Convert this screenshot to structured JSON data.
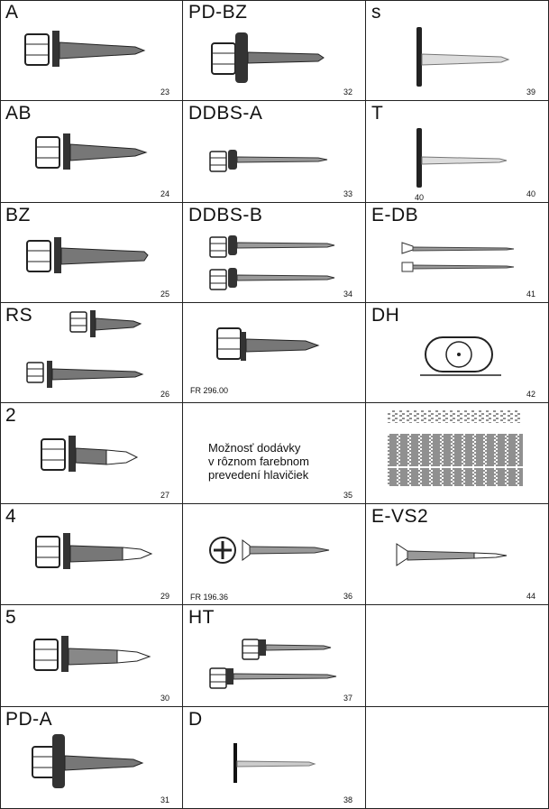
{
  "cells": {
    "A": {
      "label": "A",
      "num": "23",
      "icon": "hex-washer-wood-screw"
    },
    "AB": {
      "label": "AB",
      "num": "24",
      "icon": "hex-washer-wood-screw"
    },
    "BZ": {
      "label": "BZ",
      "num": "25",
      "icon": "hex-washer-blunt-screw"
    },
    "RS": {
      "label": "RS",
      "num": "26",
      "icon": "two-self-drilling-screws"
    },
    "two": {
      "label": "2",
      "num": "27",
      "icon": "hex-washer-drill-screw"
    },
    "four": {
      "label": "4",
      "num": "29",
      "icon": "hex-washer-drill-screw"
    },
    "five": {
      "label": "5",
      "num": "30",
      "icon": "hex-washer-drill-screw"
    },
    "PDA": {
      "label": "PD-A",
      "num": "31",
      "icon": "hex-large-washer-screw"
    },
    "PDBZ": {
      "label": "PD-BZ",
      "num": "32",
      "icon": "hex-large-washer-screw"
    },
    "DDBSA": {
      "label": "DDBS-A",
      "num": "33",
      "icon": "long-drill-screw"
    },
    "DDBSB": {
      "label": "DDBS-B",
      "num": "34",
      "icon": "two-long-drill-screws"
    },
    "FR296": {
      "fr": "FR 296.00",
      "icon": "hex-drill-screw"
    },
    "note": {
      "text": "Možnosť dodávky\nv rôznom farebnom\nprevedení hlavičiek",
      "num": "35"
    },
    "FR196": {
      "fr": "FR 196.36",
      "num": "36",
      "icon": "phillips-countersunk-screw"
    },
    "HT": {
      "label": "HT",
      "num": "37",
      "icon": "two-long-hex-screws"
    },
    "D": {
      "label": "D",
      "num": "38",
      "icon": "disc-nail"
    },
    "s": {
      "label": "s",
      "num": "39",
      "icon": "disc-nail"
    },
    "T": {
      "label": "T",
      "num": "40",
      "num2": "40",
      "icon": "disc-nail"
    },
    "EDB": {
      "label": "E-DB",
      "num": "41",
      "icon": "two-thin-screws"
    },
    "DH": {
      "label": "DH",
      "num": "42",
      "icon": "oval-washer"
    },
    "insulation": {
      "icon": "insulation-texture"
    },
    "EVS2": {
      "label": "E-VS2",
      "num": "44",
      "icon": "countersunk-drill-screw"
    }
  }
}
